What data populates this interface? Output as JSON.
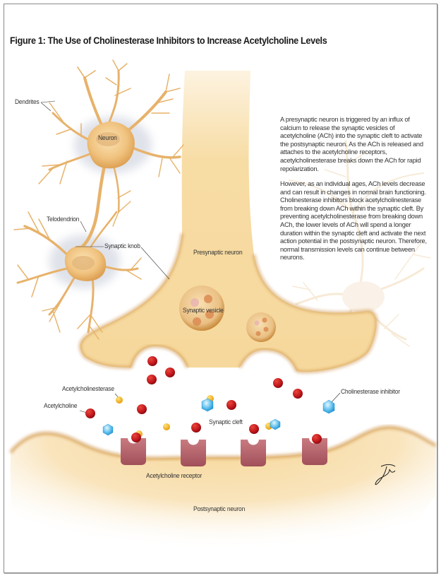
{
  "figure": {
    "title": "Figure 1: The Use of Cholinesterase Inhibitors to Increase Acetylcholine Levels"
  },
  "description": {
    "paragraphs": [
      "A presynaptic neuron is triggered by an influx of calcium to release the synaptic vesicles of acetylcholine (ACh) into the synaptic cleft to activate the postsynaptic neuron. As the ACh is released and attaches to the acetylcholine receptors, acetylcholinesterase breaks down the ACh for rapid repolarization.",
      "However, as an individual ages, ACh levels decrease and can result in changes in normal brain functioning. Cholinesterase inhibitors block acetylcholinesterase from breaking down ACh within the synaptic cleft. By preventing acetylcholinesterase from breaking down ACh, the lower levels of ACh will spend a longer duration within the synaptic cleft and activate the next action potential in the postsynaptic neuron. Therefore, normal transmission levels can continue between neurons."
    ]
  },
  "labels": {
    "dendrites": "Dendrites",
    "neuron": "Neuron",
    "telodendrion": "Telodendrion",
    "synaptic_knob": "Synaptic knob",
    "presynaptic_neuron": "Presynaptic neuron",
    "synaptic_vesicle": "Synaptic vesicle",
    "acetylcholinesterase": "Acetylcholinesterase",
    "acetylcholine": "Acetylcholine",
    "cholinesterase_inhibitor": "Cholinesterase inhibitor",
    "synaptic_cleft": "Synaptic cleft",
    "acetylcholine_receptor": "Acetylcholine receptor",
    "postsynaptic_neuron": "Postsynaptic neuron"
  },
  "signature": "TY",
  "colors": {
    "neuron_body": "#f7d9a0",
    "neuron_edge": "#c98a3c",
    "acetylcholine": "#c0161b",
    "acetylcholinesterase": "#f2b21c",
    "inhibitor": "#39a9e0",
    "receptor": "#b8636a",
    "frame": "#8a8a8a"
  }
}
